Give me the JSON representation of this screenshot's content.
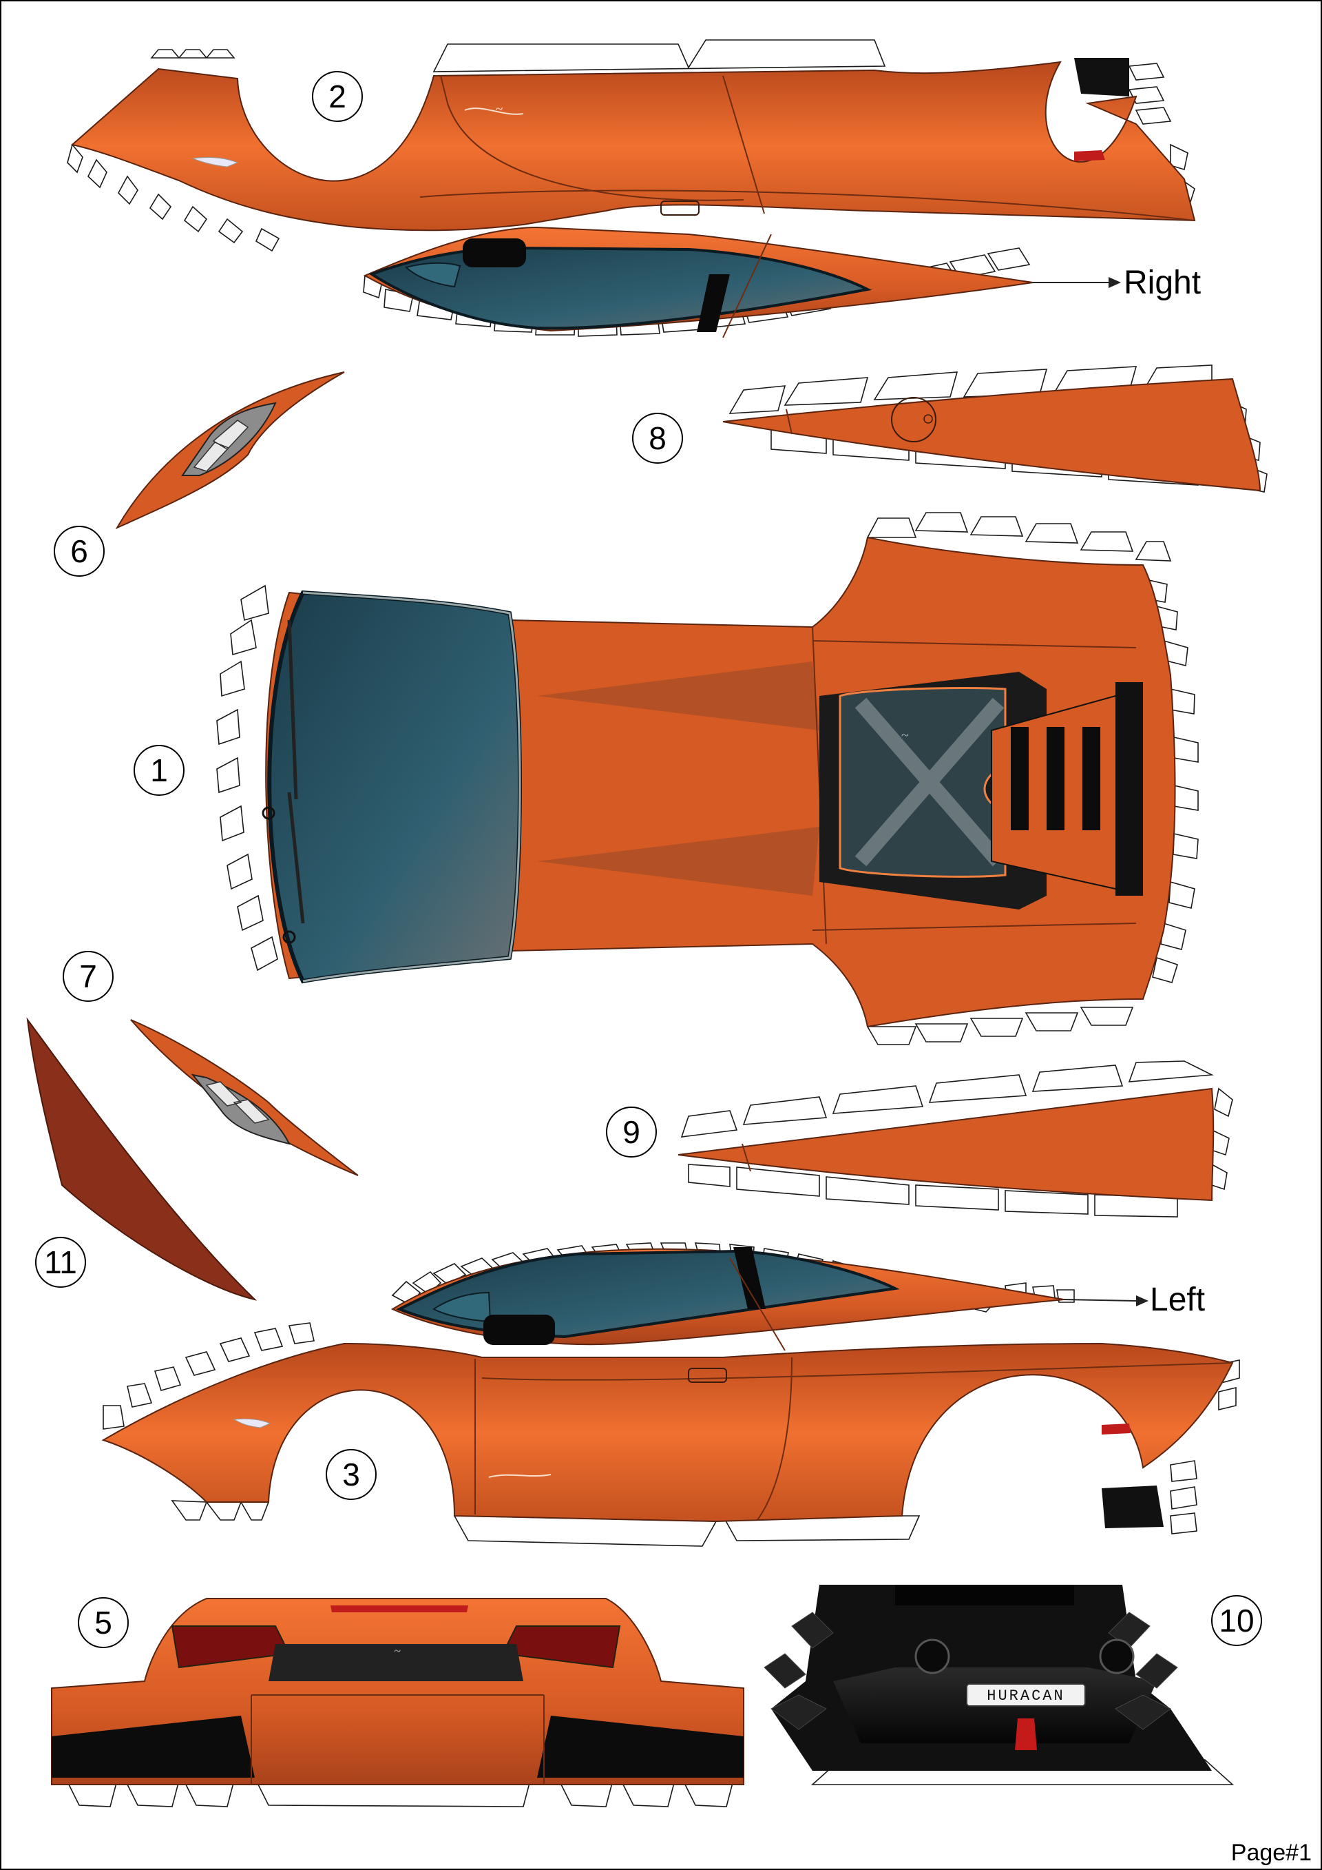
{
  "sheet": {
    "page_label": "Page#1",
    "direction_right": "Right",
    "direction_left": "Left",
    "rear_badge": "HURACAN"
  },
  "parts": [
    {
      "number": "1",
      "name": "roof"
    },
    {
      "number": "2",
      "name": "right-side"
    },
    {
      "number": "3",
      "name": "left-side"
    },
    {
      "number": "5",
      "name": "rear-bumper"
    },
    {
      "number": "6",
      "name": "right-headlight"
    },
    {
      "number": "7",
      "name": "left-headlight"
    },
    {
      "number": "8",
      "name": "right-sill"
    },
    {
      "number": "9",
      "name": "left-sill"
    },
    {
      "number": "10",
      "name": "rear-diffuser"
    },
    {
      "number": "11",
      "name": "nose-panel"
    }
  ],
  "colors": {
    "body_light": "#f07030",
    "body_mid": "#d45a24",
    "body_dark": "#a8401a",
    "glass": "#2e5a6a",
    "black": "#111111"
  }
}
